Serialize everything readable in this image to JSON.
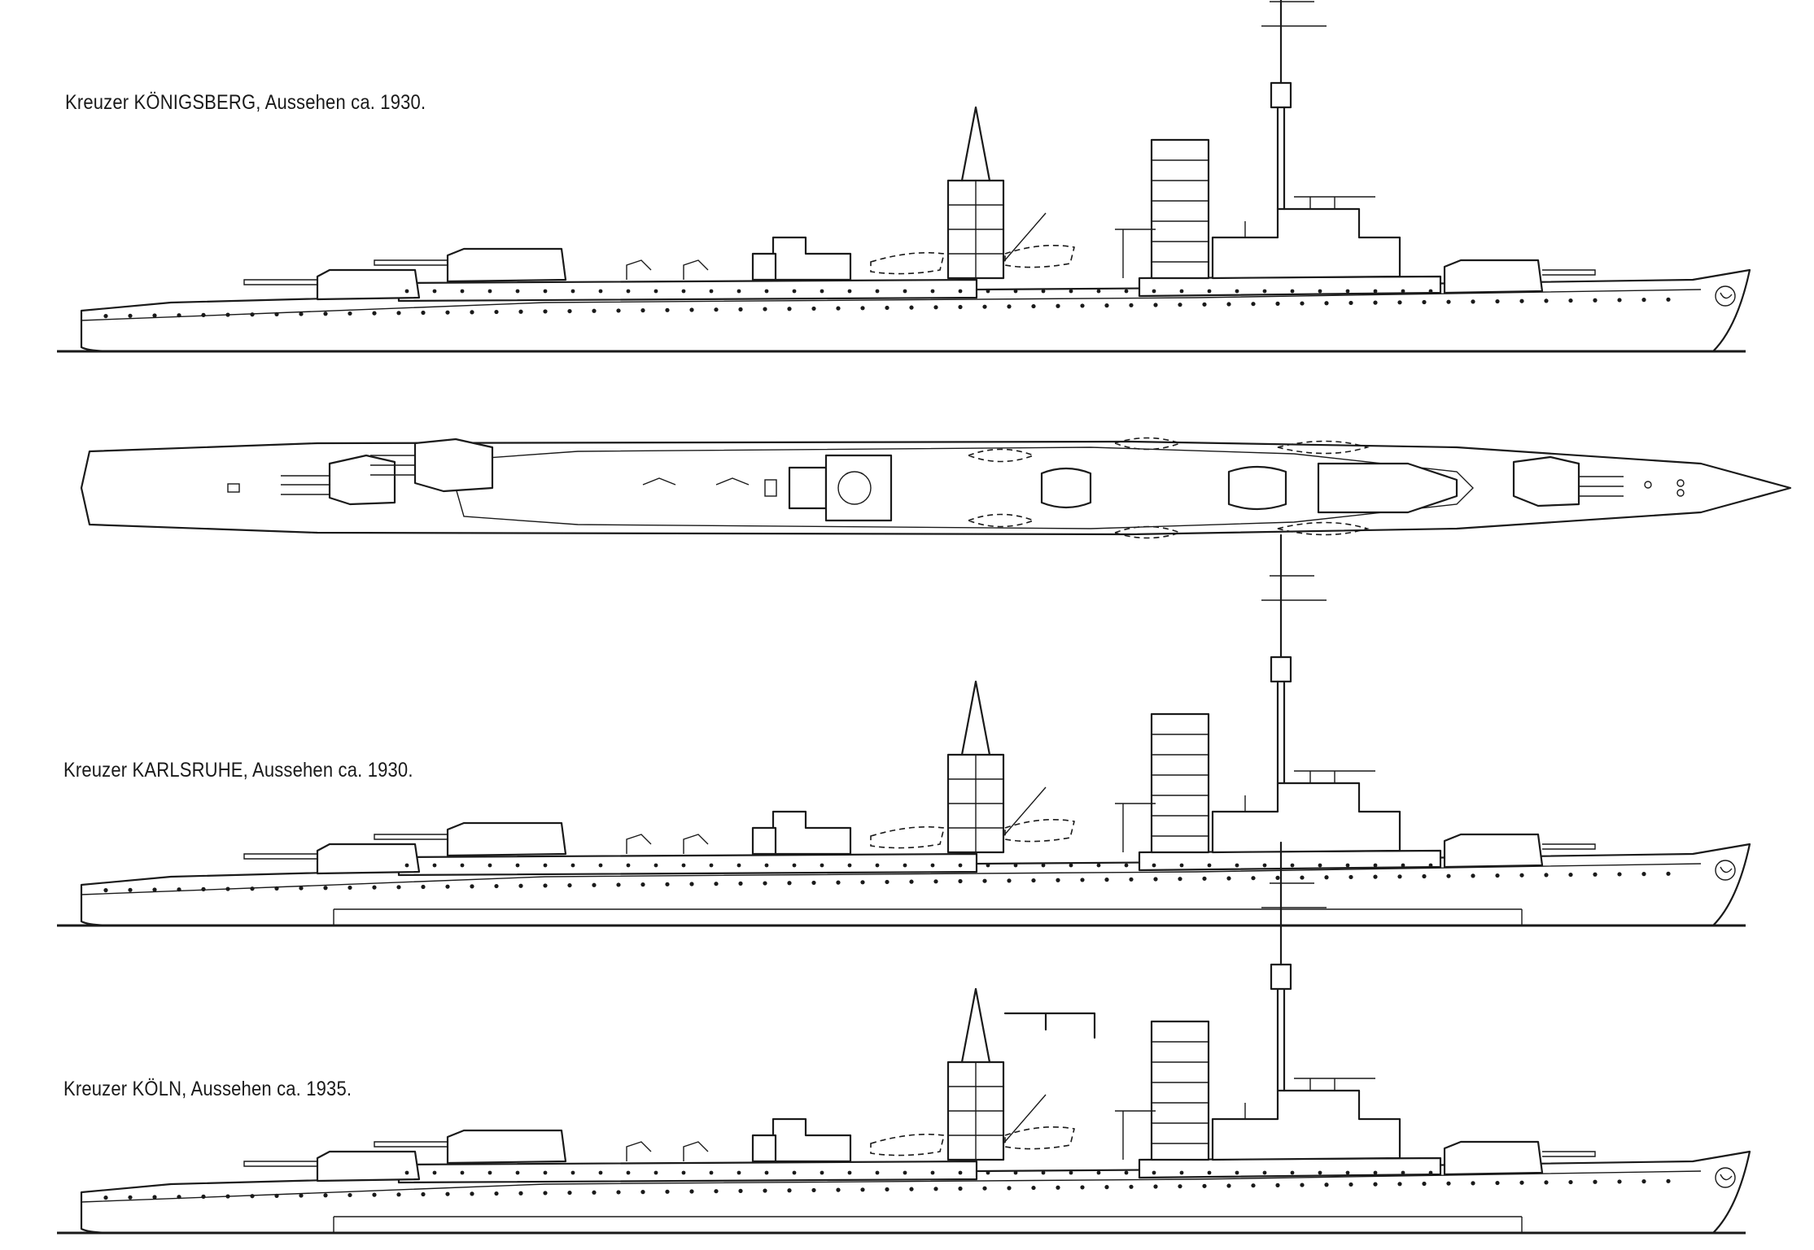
{
  "drawings": {
    "konigsberg": {
      "caption": "Kreuzer KÖNIGSBERG, Aussehen ca. 1930."
    },
    "plan": {
      "caption": ""
    },
    "karlsruhe": {
      "caption": "Kreuzer KARLSRUHE, Aussehen ca. 1930."
    },
    "koln": {
      "caption": "Kreuzer KÖLN, Aussehen ca. 1935."
    }
  }
}
